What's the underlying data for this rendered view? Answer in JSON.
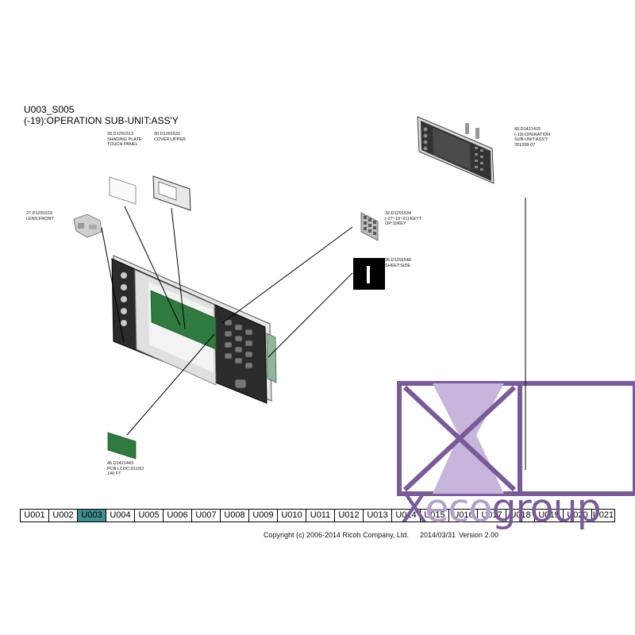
{
  "header": {
    "code": "U003_S005",
    "title": "(-19):OPERATION SUB-UNIT:ASS'Y"
  },
  "callouts": [
    {
      "id": "c28",
      "text": "28.D1291513\nSHADING PLATE:\nTOUCH PANEL"
    },
    {
      "id": "c30",
      "text": "30.D1291532\nCOVER:UPPER"
    },
    {
      "id": "c27",
      "text": "27.D1291510\nLENS:FRONT"
    },
    {
      "id": "c43",
      "text": "43.D1421415\n(-19):OPERATION\nSUB-UNIT:ASS'Y\n201208-07"
    },
    {
      "id": "c32",
      "text": "32.D1291534\n(-27~19~21):KEYT\nOP:10KEY"
    },
    {
      "id": "c35",
      "text": "35.D1291546\nSHEET:SIDE"
    },
    {
      "id": "c46",
      "text": "46.D1421443\nPCB:LCDC:D115D\n140 FT"
    }
  ],
  "nav": {
    "active": "U003",
    "tabs": [
      "U001",
      "U002",
      "U003",
      "U004",
      "U005",
      "U006",
      "U007",
      "U008",
      "U009",
      "U010",
      "U011",
      "U012",
      "U013",
      "U014",
      "U015",
      "U016",
      "U017",
      "U018",
      "U019",
      "U020",
      "U021"
    ]
  },
  "footer": {
    "copyright": "Copyright (c) 2006-2014 Ricoh Company, Ltd.",
    "date": "2014/03/31",
    "version": "Version 2.00"
  },
  "watermark": {
    "brand_x": "X",
    "brand_word": "eco",
    "brand_word2": "group",
    "color_main": "#7a5a9a",
    "color_light": "#b59fcd"
  },
  "colors": {
    "active_tab": "#3f8d90",
    "pcb_green": "#2f7a3f",
    "panel_dark": "#2a2a2a"
  }
}
